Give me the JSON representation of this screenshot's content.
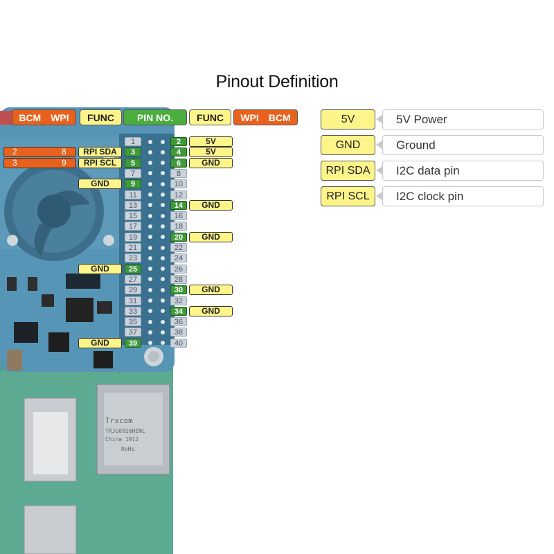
{
  "title": "Pinout Definition",
  "header": {
    "left_bcm": "BCM",
    "left_wpi": "WPI",
    "left_func": "FUNC",
    "pin_no": "PIN NO.",
    "right_func": "FUNC",
    "right_wpi": "WPI",
    "right_bcm": "BCM"
  },
  "pins": [
    "1",
    "2",
    "3",
    "4",
    "5",
    "6",
    "7",
    "8",
    "9",
    "10",
    "11",
    "12",
    "13",
    "14",
    "15",
    "16",
    "17",
    "18",
    "19",
    "20",
    "21",
    "22",
    "23",
    "24",
    "25",
    "26",
    "27",
    "28",
    "29",
    "30",
    "31",
    "32",
    "33",
    "34",
    "35",
    "36",
    "37",
    "38",
    "39",
    "40"
  ],
  "left_labels": [
    {
      "pin": "3",
      "func": "RPI SDA",
      "bcm": "2",
      "wpi": "8"
    },
    {
      "pin": "5",
      "func": "RPI SCL",
      "bcm": "3",
      "wpi": "9"
    },
    {
      "pin": "9",
      "func": "GND"
    },
    {
      "pin": "25",
      "func": "GND"
    },
    {
      "pin": "39",
      "func": "GND"
    }
  ],
  "right_labels": [
    {
      "pin": "2",
      "func": "5V"
    },
    {
      "pin": "4",
      "func": "5V"
    },
    {
      "pin": "6",
      "func": "GND"
    },
    {
      "pin": "14",
      "func": "GND"
    },
    {
      "pin": "20",
      "func": "GND"
    },
    {
      "pin": "30",
      "func": "GND"
    },
    {
      "pin": "34",
      "func": "GND"
    }
  ],
  "legend": [
    {
      "key": "5V",
      "value": "5V Power"
    },
    {
      "key": "GND",
      "value": "Ground"
    },
    {
      "key": "RPI SDA",
      "value": "I2C data pin"
    },
    {
      "key": "RPI SCL",
      "value": "I2C clock pin"
    }
  ],
  "board_text": {
    "chip_line1": "Trxcom",
    "chip_line2": "TRJG0926HENL",
    "chip_line3": "China 1912",
    "chip_line4": "RoHs"
  },
  "colors": {
    "orange": "#e8621e",
    "yellow": "#fdf58a",
    "green": "#4bad3e",
    "board": "#4c8aa8",
    "pcb_green": "#3f9a7a"
  }
}
